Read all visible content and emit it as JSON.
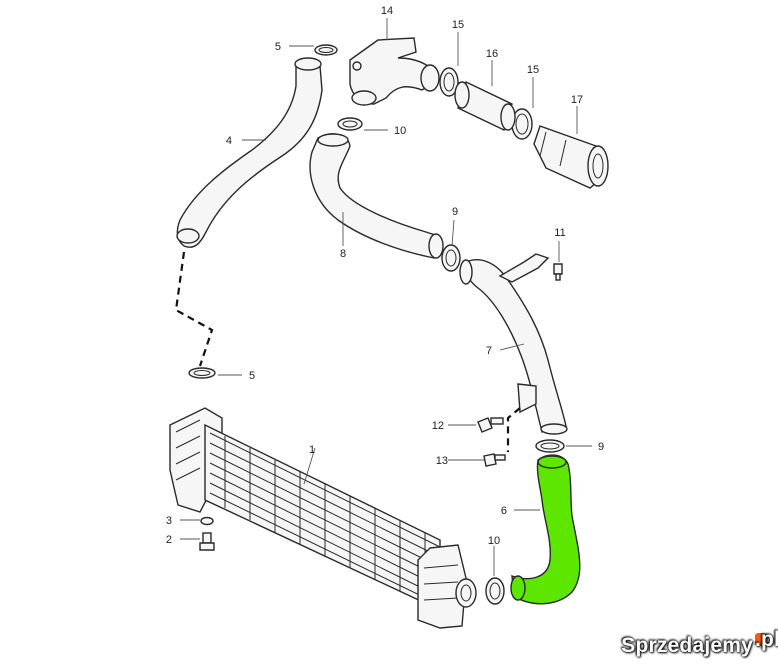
{
  "callouts": {
    "c1": "1",
    "c2": "2",
    "c3": "3",
    "c4": "4",
    "c5a": "5",
    "c5b": "5",
    "c6": "6",
    "c7": "7",
    "c8": "8",
    "c9a": "9",
    "c9b": "9",
    "c10a": "10",
    "c10b": "10",
    "c11": "11",
    "c12": "12",
    "c13": "13",
    "c14": "14",
    "c15a": "15",
    "c15b": "15",
    "c16": "16",
    "c17": "17"
  },
  "watermark": {
    "text": "Sprzedajemy",
    "badge": ".pl"
  },
  "colors": {
    "highlight": "#5ce600",
    "line": "#2a2a2a",
    "watermark": "#ff5a00"
  }
}
